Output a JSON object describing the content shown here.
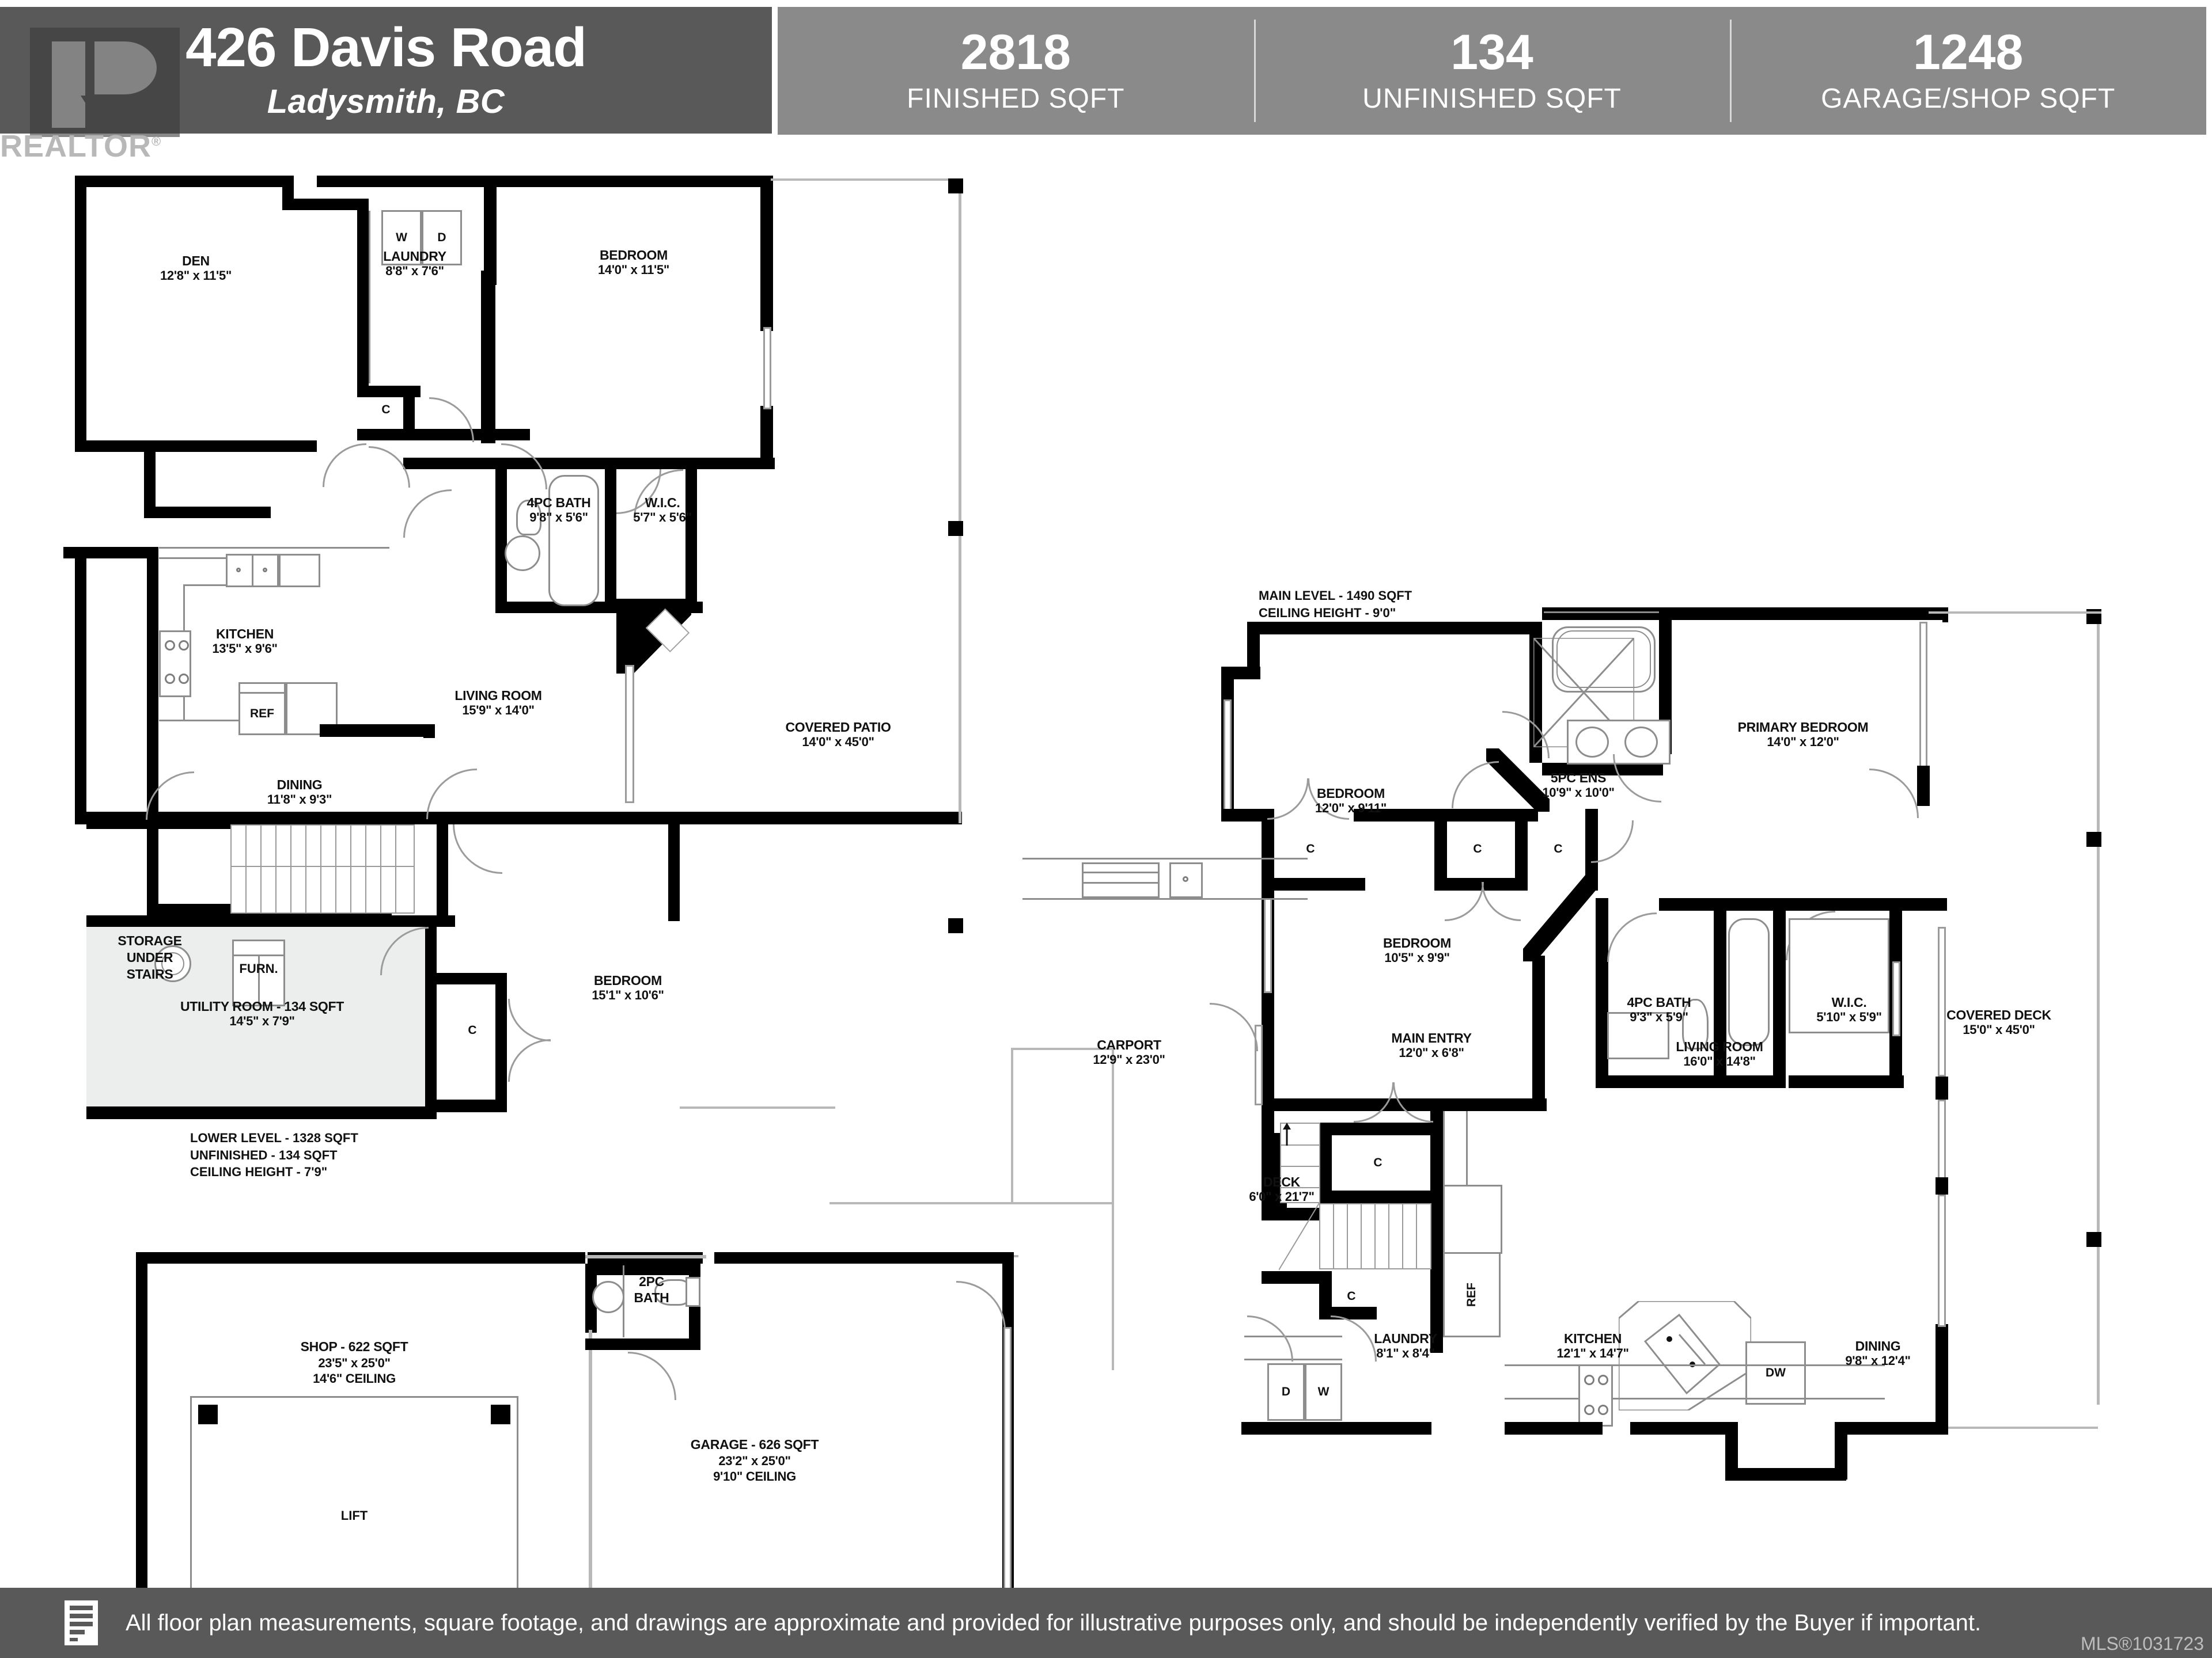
{
  "header": {
    "address": "426 Davis Road",
    "city": "Ladysmith, BC",
    "logo_word": "REALTOR",
    "logo_sup": "®",
    "stats": [
      {
        "value": "2818",
        "label": "FINISHED SQFT"
      },
      {
        "value": "134",
        "label": "UNFINISHED SQFT"
      },
      {
        "value": "1248",
        "label": "GARAGE/SHOP SQFT"
      }
    ]
  },
  "lower_level": {
    "notes": "LOWER LEVEL - 1328 SQFT\nUNFINISHED - 134 SQFT\nCEILING HEIGHT - 7'9\"",
    "notes_lines": [
      "LOWER LEVEL - 1328 SQFT",
      "UNFINISHED - 134 SQFT",
      "CEILING HEIGHT - 7'9\""
    ],
    "rooms": {
      "den": {
        "name": "DEN",
        "dim": "12'8\" x 11'5\""
      },
      "laundry": {
        "name": "LAUNDRY",
        "dim": "8'8\" x 7'6\""
      },
      "bedroom_top": {
        "name": "BEDROOM",
        "dim": "14'0\" x 11'5\""
      },
      "kitchen": {
        "name": "KITCHEN",
        "dim": "13'5\" x 9'6\""
      },
      "bath4pc": {
        "name": "4PC BATH",
        "dim": "9'8\" x 5'6\""
      },
      "wic": {
        "name": "W.I.C.",
        "dim": "5'7\" x 5'6\""
      },
      "covered_patio": {
        "name": "COVERED PATIO",
        "dim": "14'0\" x 45'0\""
      },
      "living_room": {
        "name": "LIVING ROOM",
        "dim": "15'9\" x 14'0\""
      },
      "dining": {
        "name": "DINING",
        "dim": "11'8\" x 9'3\""
      },
      "utility": {
        "name": "UTILITY ROOM - 134 SQFT",
        "dim": "14'5\" x 7'9\""
      },
      "bedroom_low": {
        "name": "BEDROOM",
        "dim": "15'1\" x 10'6\""
      }
    },
    "tags": {
      "storage": "STORAGE\nUNDER\nSTAIRS",
      "storage_lines": [
        "STORAGE",
        "UNDER",
        "STAIRS"
      ],
      "furnace": "FURN.",
      "washer": "W",
      "dryer": "D",
      "closet": "C",
      "dishwasher": "DW",
      "fridge": "REF"
    }
  },
  "main_level": {
    "notes_lines": [
      "MAIN LEVEL - 1490 SQFT",
      "CEILING HEIGHT - 9'0\""
    ],
    "rooms": {
      "bedroom_up": {
        "name": "BEDROOM",
        "dim": "12'0\" x 9'11\""
      },
      "ens5pc": {
        "name": "5PC ENS",
        "dim": "10'9\" x 10'0\""
      },
      "primary": {
        "name": "PRIMARY BEDROOM",
        "dim": "14'0\" x 12'0\""
      },
      "bath4pc": {
        "name": "4PC BATH",
        "dim": "9'3\" x 5'9\""
      },
      "wic": {
        "name": "W.I.C.",
        "dim": "5'10\" x 5'9\""
      },
      "bedroom_mid": {
        "name": "BEDROOM",
        "dim": "10'5\" x 9'9\""
      },
      "carport": {
        "name": "CARPORT",
        "dim": "12'9\" x 23'0\""
      },
      "main_entry": {
        "name": "MAIN ENTRY",
        "dim": "12'0\" x 6'8\""
      },
      "deck": {
        "name": "DECK",
        "dim": "6'0\" x 21'7\""
      },
      "living_room": {
        "name": "LIVING ROOM",
        "dim": "16'0\" x 14'8\""
      },
      "kitchen": {
        "name": "KITCHEN",
        "dim": "12'1\" x 14'7\""
      },
      "dining": {
        "name": "DINING",
        "dim": "9'8\" x 12'4\""
      },
      "laundry": {
        "name": "LAUNDRY",
        "dim": "8'1\" x 8'4\""
      },
      "covered_deck": {
        "name": "COVERED DECK",
        "dim": "15'0\" x 45'0\""
      }
    },
    "tags": {
      "closet": "C",
      "washer": "W",
      "dryer": "D",
      "fridge": "REF",
      "dishwasher": "DW"
    }
  },
  "garage_level": {
    "shop": {
      "name": "SHOP - 622 SQFT",
      "dim": "23'5\" x 25'0\"",
      "ceiling": "14'6\" CEILING",
      "lift": "LIFT"
    },
    "garage": {
      "name": "GARAGE - 626 SQFT",
      "dim": "23'2\" x 25'0\"",
      "ceiling": "9'10\" CEILING"
    },
    "bath2pc": {
      "name_line1": "2PC",
      "name_line2": "BATH"
    }
  },
  "footer": {
    "disclaimer": "All floor plan measurements, square footage, and drawings are approximate and provided for illustrative purposes only, and should be independently verified by the Buyer if important.",
    "mls": "MLS®1031723"
  },
  "colors": {
    "header_dark": "#595959",
    "header_gray": "#8a8a8a",
    "wall": "#000000",
    "fixture": "#8d8d8d",
    "shade": "#eceded"
  }
}
